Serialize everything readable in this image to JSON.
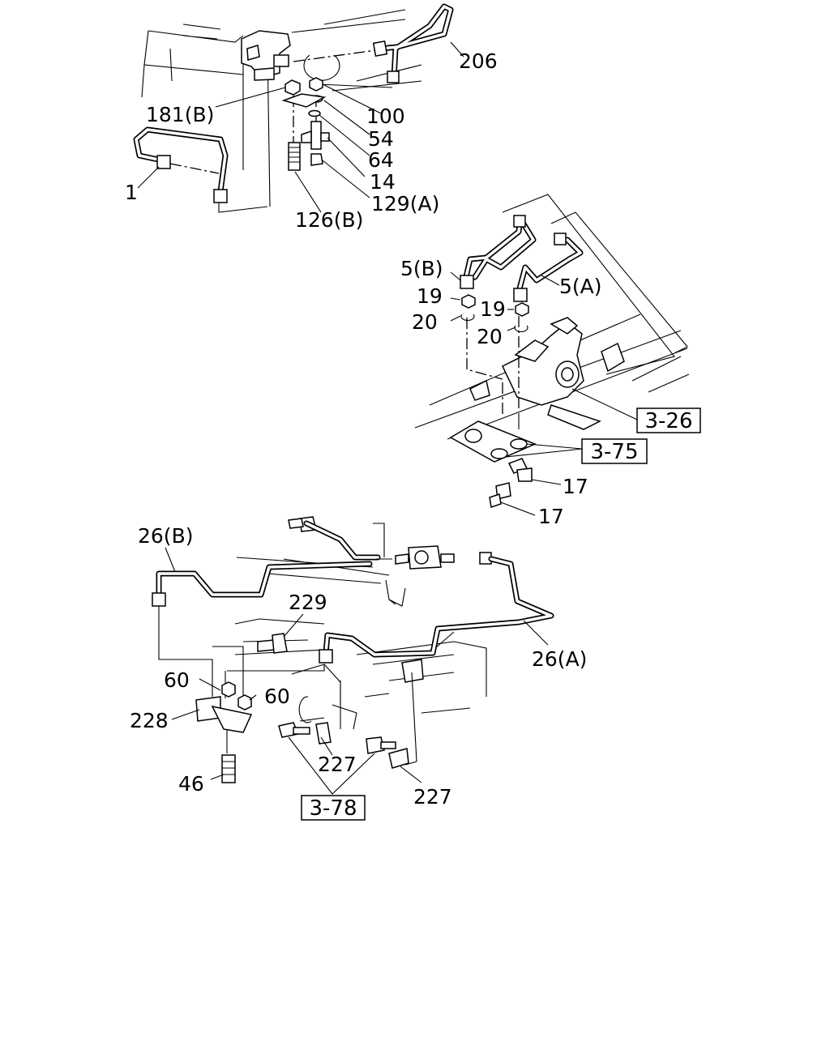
{
  "labels": {
    "p206": "206",
    "p181b": "181(B)",
    "p100": "100",
    "p54": "54",
    "p64": "64",
    "p14": "14",
    "p129a": "129(A)",
    "p1": "1",
    "p126b": "126(B)",
    "p5b": "5(B)",
    "p5a": "5(A)",
    "p19a": "19",
    "p19b": "19",
    "p20a": "20",
    "p20b": "20",
    "p17a": "17",
    "p17b": "17",
    "p26b": "26(B)",
    "p26a": "26(A)",
    "p229": "229",
    "p60a": "60",
    "p60b": "60",
    "p228": "228",
    "p227a": "227",
    "p227b": "227",
    "p46": "46"
  },
  "references": {
    "r326": "3-26",
    "r375": "3-75",
    "r378": "3-78"
  }
}
